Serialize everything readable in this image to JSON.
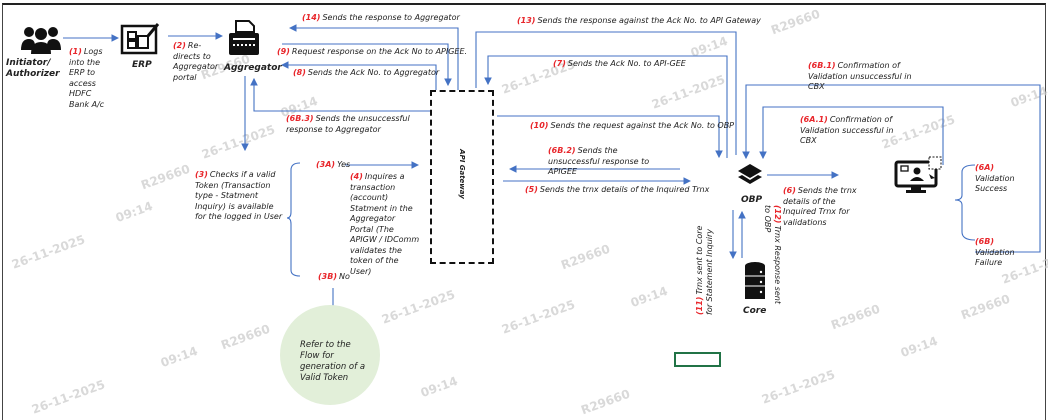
{
  "watermark": {
    "date": "26-11-2025",
    "time": "09:14",
    "id": "R29660"
  },
  "nodes": {
    "initiator": "Initiator/ Authorizer",
    "erp": "ERP",
    "aggregator": "Aggregator",
    "api_gateway": "API Gateway",
    "obp": "OBP",
    "core": "Core"
  },
  "steps": {
    "s1": {
      "num": "(1)",
      "text": "Logs into the ERP to access HDFC Bank A/c"
    },
    "s2": {
      "num": "(2)",
      "text": "Re-directs to Aggregator portal"
    },
    "s3": {
      "num": "(3)",
      "text": "Checks if a valid Token  (Transaction type - Statment Inquiry) is available for the logged in User"
    },
    "s3a": {
      "num": "(3A)",
      "text": "Yes"
    },
    "s3b": {
      "num": "(3B)",
      "text": "No"
    },
    "s4": {
      "num": "(4)",
      "text": "Inquires a transaction (account) Statment in the Aggregator Portal (The APIGW / IDComm validates the token of the User)"
    },
    "s5": {
      "num": "(5)",
      "text": "Sends the trnx details of the Inquired Trnx"
    },
    "s6": {
      "num": "(6)",
      "text": "Sends the trnx details of the Inquired Trnx for validations"
    },
    "s6a": {
      "num": "(6A)",
      "text": "Validation Success"
    },
    "s6b": {
      "num": "(6B)",
      "text": "Validation Failure"
    },
    "s6a1": {
      "num": "(6A.1)",
      "text": "Confirmation of Validation successful in CBX"
    },
    "s6b1": {
      "num": "(6B.1)",
      "text": "Confirmation of Validation unsuccessful in CBX"
    },
    "s6b2": {
      "num": "(6B.2)",
      "text": "Sends the unsuccessful response to APIGEE"
    },
    "s6b3": {
      "num": "(6B.3)",
      "text": "Sends the unsuccessful response to Aggregator"
    },
    "s7": {
      "num": "(7)",
      "text": "Sends the Ack No. to API-GEE"
    },
    "s8": {
      "num": "(8)",
      "text": "Sends the Ack No. to Aggregator"
    },
    "s9": {
      "num": "(9)",
      "text": "Request response on the Ack No to APIGEE."
    },
    "s10": {
      "num": "(10)",
      "text": "Sends the request against the Ack No. to OBP"
    },
    "s11": {
      "num": "(11)",
      "text": "Trnx sent to Core for Statement Inquiry"
    },
    "s12": {
      "num": "(12)",
      "text": "Trnx Response sent to OBP"
    },
    "s13": {
      "num": "(13)",
      "text": "Sends the response against the Ack No. to API Gateway"
    },
    "s14": {
      "num": "(14)",
      "text": "Sends the response to Aggregator"
    }
  },
  "refer_box": "Refer to the Flow for generation of a Valid Token",
  "colors": {
    "line": "#4472c4",
    "step_number": "#e8262b",
    "circle": "#e2efd9",
    "cell": "#217346"
  }
}
